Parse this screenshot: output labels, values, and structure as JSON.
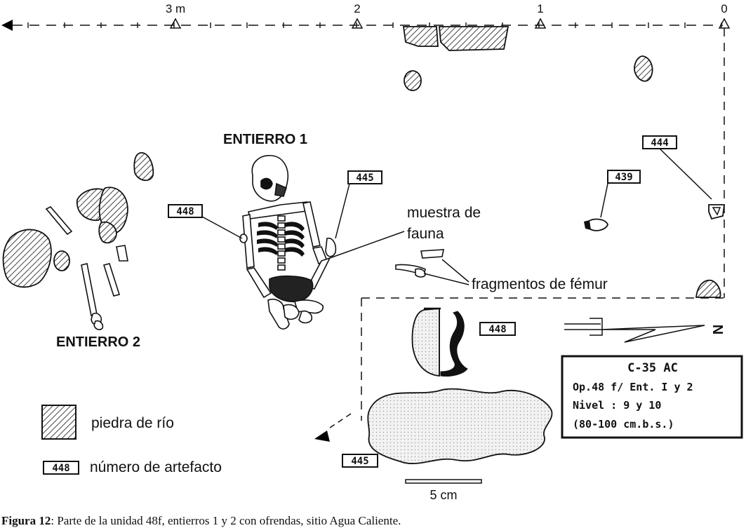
{
  "scale_ticks": [
    "3 m",
    "2",
    "1",
    "0"
  ],
  "labels": {
    "burial1": "ENTIERRO 1",
    "burial2": "ENTIERRO 2",
    "fauna_line1": "muestra de",
    "fauna_line2": "fauna",
    "femur": "fragmentos de fémur",
    "scale_bar": "5 cm"
  },
  "artifacts": {
    "a444": "444",
    "a439": "439",
    "a445_top": "445",
    "a448_left": "448",
    "a448_vessel": "448",
    "a445_bottom": "445"
  },
  "info_box": {
    "line1": "C-35 AC",
    "line2": "Op.48 f/ Ent. I y 2",
    "line3": "Nivel : 9 y 10",
    "line4": "(80-100 cm.b.s.)"
  },
  "north": "N",
  "legend": {
    "stone_label": "piedra de río",
    "artifact_sample": "448",
    "artifact_label": "número de artefacto"
  },
  "caption": {
    "bold": "Figura 12",
    "text": ": Parte de la unidad 48f, entierros 1 y 2 con ofrendas, sitio Agua Caliente."
  }
}
